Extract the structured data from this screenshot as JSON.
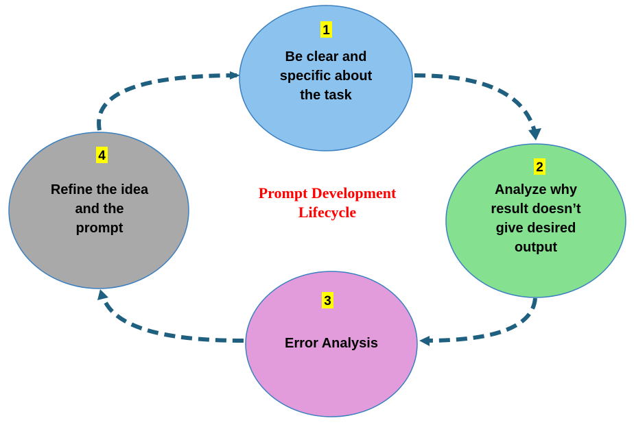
{
  "diagram": {
    "title_lines": [
      "Prompt Development",
      "Lifecycle"
    ],
    "steps": [
      {
        "number": "1",
        "lines": [
          "Be clear and",
          "specific about",
          "the task"
        ],
        "color": "#87c0ec"
      },
      {
        "number": "2",
        "lines": [
          "Analyze why",
          "result doesn’t",
          "give desired",
          "output"
        ],
        "color": "#85e08f"
      },
      {
        "number": "3",
        "lines": [
          "Error Analysis"
        ],
        "color": "#e29bdb"
      },
      {
        "number": "4",
        "lines": [
          "Refine the idea",
          "and the",
          "prompt"
        ],
        "color": "#a8a8a8"
      }
    ],
    "colors": {
      "arrow": "#1f5f7f",
      "number_highlight": "#ffff00",
      "title": "#ff0000",
      "node_border": "#3a7fc0"
    }
  }
}
